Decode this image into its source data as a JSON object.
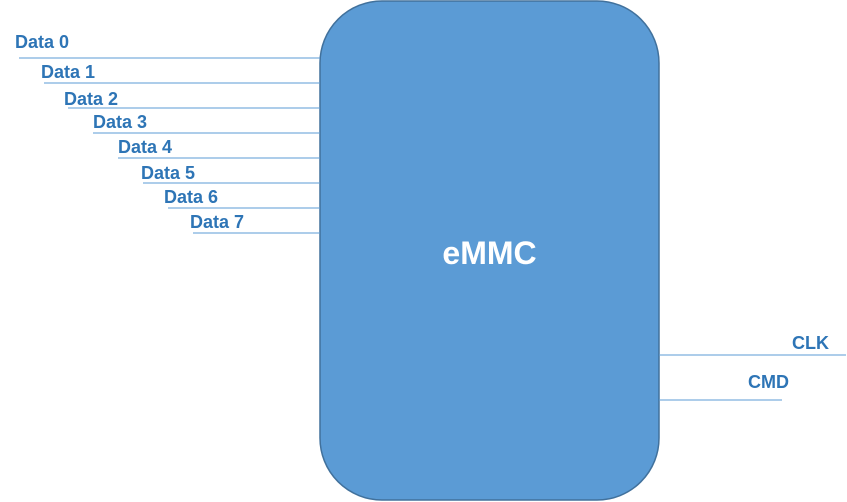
{
  "chip": {
    "label": "eMMC",
    "fill": "#5b9bd5",
    "stroke": "#41719c",
    "text_color": "#ffffff"
  },
  "colors": {
    "label": "#2e75b6",
    "wire": "#5b9bd5"
  },
  "data_pins": [
    {
      "label": "Data 0"
    },
    {
      "label": "Data 1"
    },
    {
      "label": "Data 2"
    },
    {
      "label": "Data 3"
    },
    {
      "label": "Data 4"
    },
    {
      "label": "Data 5"
    },
    {
      "label": "Data 6"
    },
    {
      "label": "Data 7"
    }
  ],
  "control_pins": [
    {
      "label": "CLK"
    },
    {
      "label": "CMD"
    }
  ]
}
